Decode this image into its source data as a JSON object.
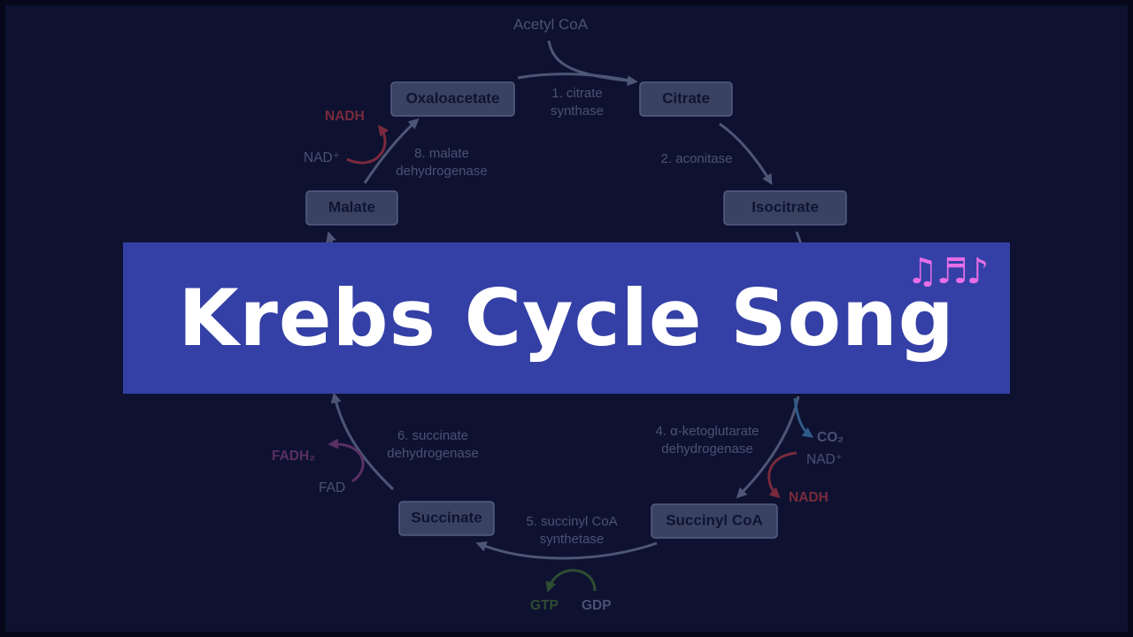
{
  "title": "Krebs Cycle Song",
  "notes_glyphs": "♫♬♪",
  "acetyl": "Acetyl CoA",
  "nodes": {
    "oxaloacetate": "Oxaloacetate",
    "citrate": "Citrate",
    "isocitrate": "Isocitrate",
    "malate": "Malate",
    "succinate": "Succinate",
    "succinyl_coa": "Succinyl CoA"
  },
  "enzymes": {
    "e1_line1": "1. citrate",
    "e1_line2": "synthase",
    "e2": "2. aconitase",
    "e4_line1": "4. α-ketoglutarate",
    "e4_line2": "dehydrogenase",
    "e5_line1": "5. succinyl CoA",
    "e5_line2": "synthetase",
    "e6_line1": "6. succinate",
    "e6_line2": "dehydrogenase",
    "e8_line1": "8. malate",
    "e8_line2": "dehydrogenase"
  },
  "cofactors": {
    "nadh_top": "NADH",
    "nad_top": "NAD⁺",
    "co2": "CO₂",
    "nad_right": "NAD⁺",
    "nadh_right": "NADH",
    "fadh2": "FADH₂",
    "fad": "FAD",
    "gtp": "GTP",
    "gdp": "GDP"
  },
  "colors": {
    "nadh": "#7a2a3c",
    "fadh2": "#5a2f63",
    "gtp": "#2e4d33",
    "co2_arrow": "#2f5a8a"
  }
}
